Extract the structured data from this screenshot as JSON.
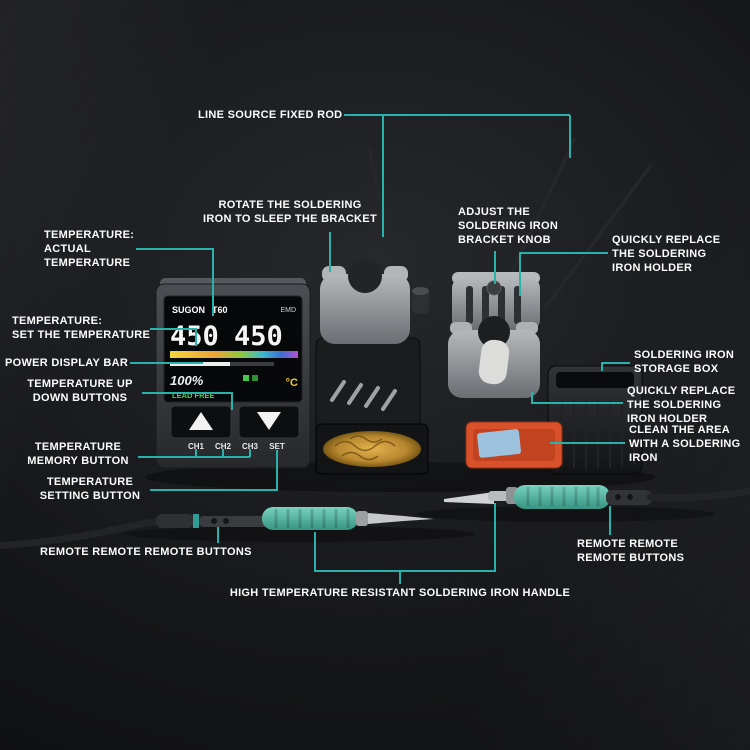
{
  "scene": {
    "accent_color": "#27b3ac",
    "background_color": "#121316",
    "description": "Annotated product diagram of a SUGON T60 soldering station with iron holders, storage box, cleaning area and two soldering iron handles"
  },
  "station": {
    "brand": "SUGON",
    "model": "T60",
    "display": {
      "corner_text": "EMD",
      "temp_actual": "450",
      "temp_set": "450",
      "power_percent": "100%",
      "unit": "°C",
      "lead_free": "LEAD FREE"
    },
    "buttons": {
      "ch1": "CH1",
      "ch2": "CH2",
      "ch3": "CH3",
      "set": "SET"
    }
  },
  "annotations": [
    {
      "id": "line-source-fixed-rod",
      "text": "LINE SOURCE FIXED ROD"
    },
    {
      "id": "rotate-sleep-bracket",
      "text": "ROTATE THE SOLDERING\nIRON TO SLEEP THE BRACKET"
    },
    {
      "id": "adjust-bracket-knob",
      "text": "ADJUST THE\nSOLDERING IRON\nBRACKET KNOB"
    },
    {
      "id": "quick-replace-holder-top",
      "text": "QUICKLY REPLACE\nTHE SOLDERING\nIRON HOLDER"
    },
    {
      "id": "temp-actual",
      "text": "TEMPERATURE:\nACTUAL\nTEMPERATURE"
    },
    {
      "id": "temp-set",
      "text": "TEMPERATURE:\nSET THE TEMPERATURE"
    },
    {
      "id": "power-display-bar",
      "text": "POWER DISPLAY BAR"
    },
    {
      "id": "temp-up-down",
      "text": "TEMPERATURE UP\nDOWN BUTTONS"
    },
    {
      "id": "storage-box",
      "text": "SOLDERING IRON\nSTORAGE BOX"
    },
    {
      "id": "quick-replace-holder-right",
      "text": "QUICKLY REPLACE\nTHE SOLDERING\nIRON HOLDER"
    },
    {
      "id": "clean-area",
      "text": "CLEAN THE AREA\nWITH A SOLDERING\nIRON"
    },
    {
      "id": "temp-memory",
      "text": "TEMPERATURE\nMEMORY BUTTON"
    },
    {
      "id": "temp-setting",
      "text": "TEMPERATURE\nSETTING BUTTON"
    },
    {
      "id": "remote-buttons-left",
      "text": "REMOTE REMOTE REMOTE BUTTONS"
    },
    {
      "id": "remote-buttons-right",
      "text": "REMOTE REMOTE\nREMOTE BUTTONS"
    },
    {
      "id": "iron-handle",
      "text": "HIGH TEMPERATURE RESISTANT SOLDERING IRON HANDLE"
    }
  ]
}
